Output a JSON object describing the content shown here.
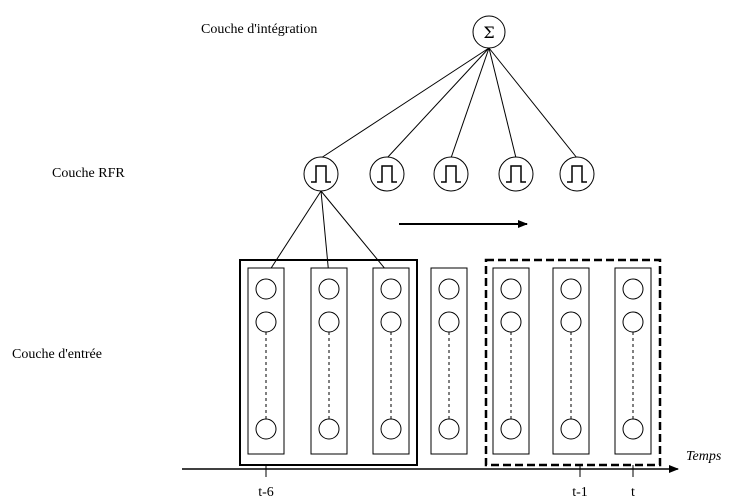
{
  "layers": {
    "integration": "Couche d'intégration",
    "rfr": "Couche RFR",
    "input": "Couche d'entrée"
  },
  "sum_symbol": "Σ",
  "axis": {
    "label": "Temps",
    "ticks": [
      "t-6",
      "t-1",
      "t"
    ]
  },
  "rfr_count": 5,
  "input_columns": 7
}
